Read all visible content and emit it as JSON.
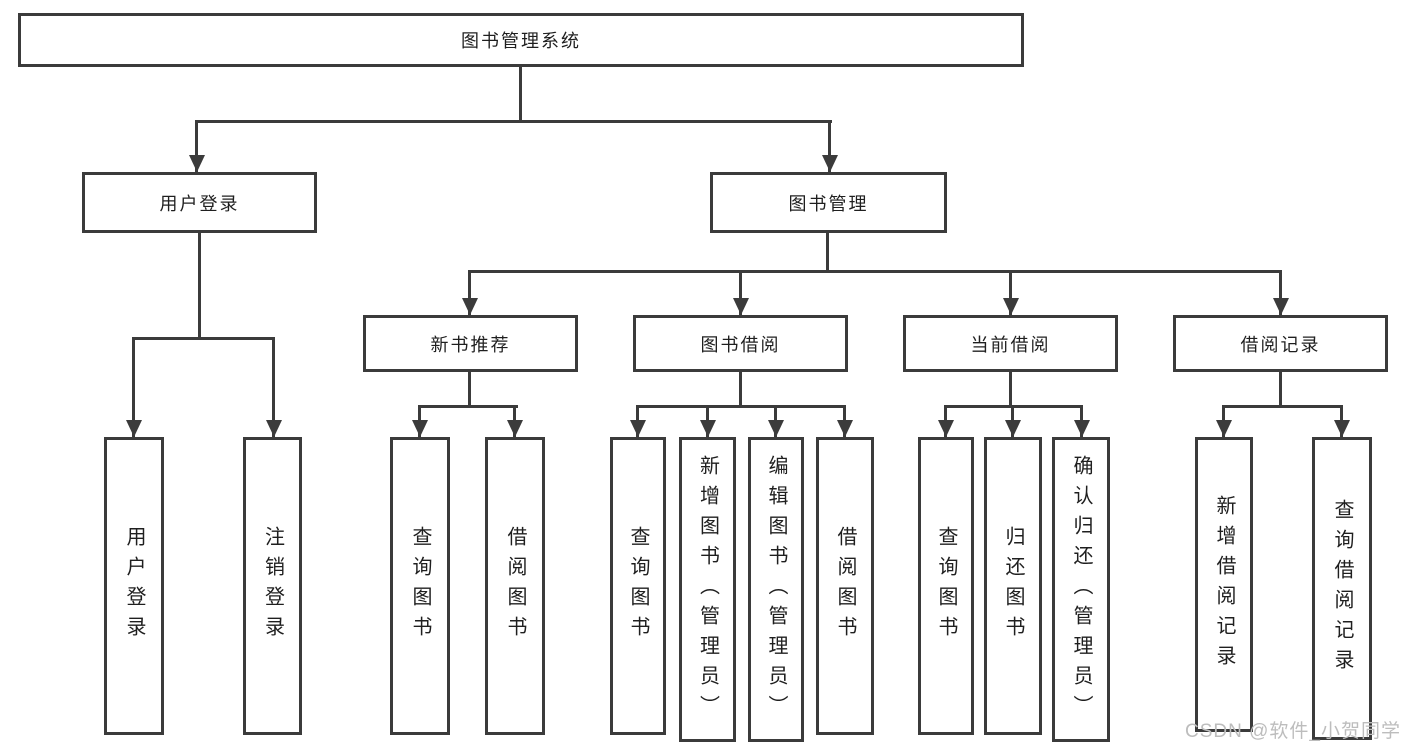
{
  "tree": {
    "root": {
      "label": "图书管理系统",
      "children": [
        {
          "label": "用户登录",
          "children": [
            {
              "label": "用户登录"
            },
            {
              "label": "注销登录"
            }
          ]
        },
        {
          "label": "图书管理",
          "children": [
            {
              "label": "新书推荐",
              "children": [
                {
                  "label": "查询图书"
                },
                {
                  "label": "借阅图书"
                }
              ]
            },
            {
              "label": "图书借阅",
              "children": [
                {
                  "label": "查询图书"
                },
                {
                  "label": "新增图书（管理员）"
                },
                {
                  "label": "编辑图书（管理员）"
                },
                {
                  "label": "借阅图书"
                }
              ]
            },
            {
              "label": "当前借阅",
              "children": [
                {
                  "label": "查询图书"
                },
                {
                  "label": "归还图书"
                },
                {
                  "label": "确认归还（管理员）"
                }
              ]
            },
            {
              "label": "借阅记录",
              "children": [
                {
                  "label": "新增借阅记录"
                },
                {
                  "label": "查询借阅记录"
                }
              ]
            }
          ]
        }
      ]
    }
  },
  "watermark": {
    "text": "CSDN @软件_小贺同学"
  },
  "colors": {
    "line": "#3b3b3b",
    "text": "#1f1f1f",
    "watermark": "#bdbdbd",
    "bg": "#ffffff"
  }
}
